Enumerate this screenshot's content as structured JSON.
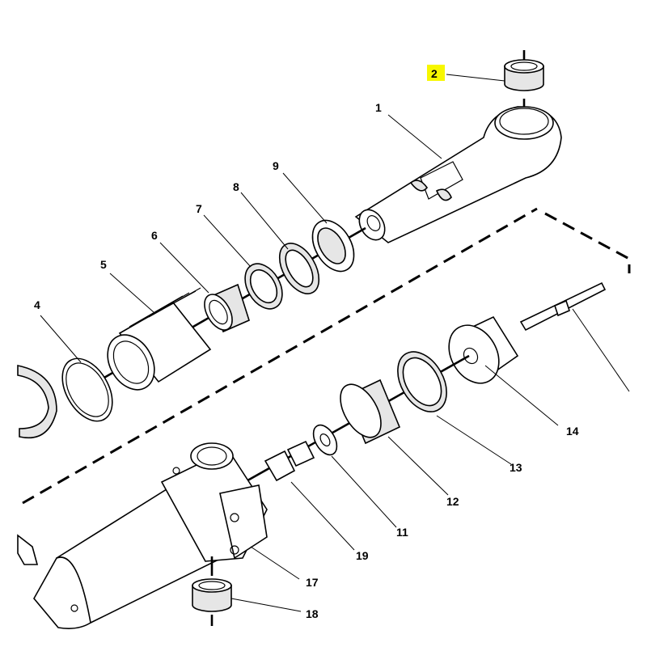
{
  "highlight_color": "#f7f700",
  "highlighted_callout": "2",
  "callouts": [
    {
      "id": "c1",
      "text": "1"
    },
    {
      "id": "c2",
      "text": "2"
    },
    {
      "id": "c4",
      "text": "4"
    },
    {
      "id": "c5",
      "text": "5"
    },
    {
      "id": "c6",
      "text": "6"
    },
    {
      "id": "c7",
      "text": "7"
    },
    {
      "id": "c8",
      "text": "8"
    },
    {
      "id": "c9",
      "text": "9"
    },
    {
      "id": "c11",
      "text": "11"
    },
    {
      "id": "c12",
      "text": "12"
    },
    {
      "id": "c13",
      "text": "13"
    },
    {
      "id": "c14",
      "text": "14"
    },
    {
      "id": "c17",
      "text": "17"
    },
    {
      "id": "c18",
      "text": "18"
    },
    {
      "id": "c19",
      "text": "19"
    }
  ]
}
